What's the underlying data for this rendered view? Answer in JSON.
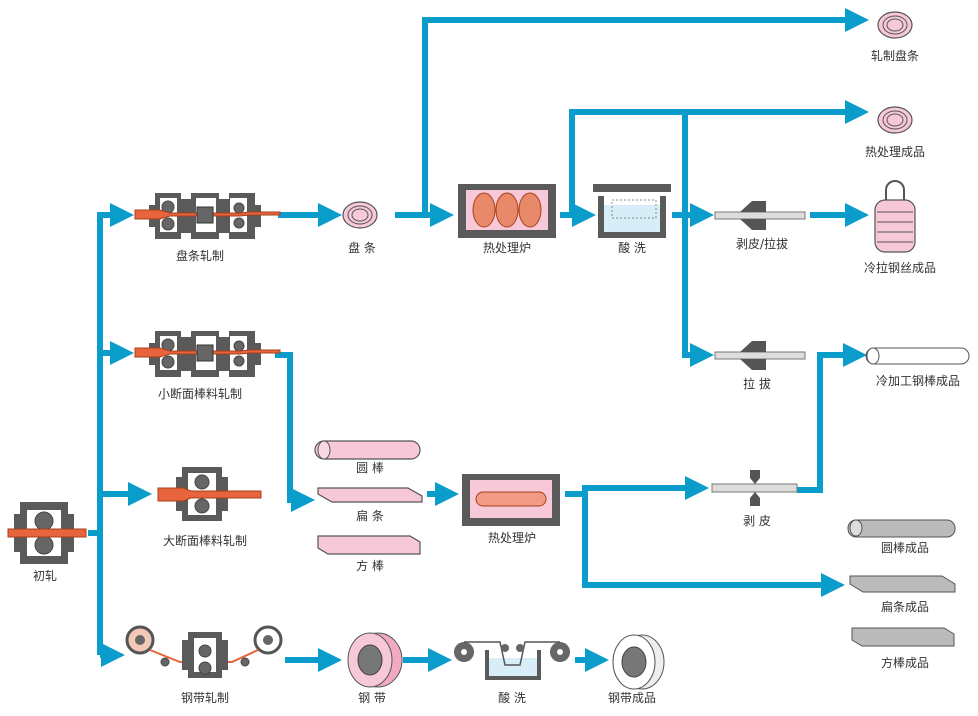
{
  "colors": {
    "flow": "#0a9ccb",
    "stock": "#e8643c",
    "equipment": "#5a5a5a",
    "product": "#f7c8d8"
  },
  "labels": {
    "initial_rolling": "初轧",
    "wire_rod_rolling": "盘条轧制",
    "small_bar_rolling": "小断面棒料轧制",
    "large_bar_rolling": "大断面棒料轧制",
    "strip_rolling": "钢带轧制",
    "wire_rod": "盘 条",
    "heat_furnace_1": "热处理炉",
    "pickling_1": "酸 洗",
    "peel_draw": "剥皮/拉拔",
    "draw": "拉 拔",
    "round_bar": "圆 棒",
    "flat_bar": "扁 条",
    "square_bar": "方 棒",
    "heat_furnace_2": "热处理炉",
    "peel": "剥 皮",
    "strip": "钢 带",
    "pickling_2": "酸 洗",
    "prod_rolled_wire_rod": "轧制盘条",
    "prod_heat_treated": "热处理成品",
    "prod_cold_drawn_wire": "冷拉钢丝成品",
    "prod_cold_worked_bar": "冷加工钢棒成品",
    "prod_round_bar": "圆棒成品",
    "prod_flat_bar": "扁条成品",
    "prod_square_bar": "方棒成品",
    "prod_strip": "钢带成品"
  }
}
